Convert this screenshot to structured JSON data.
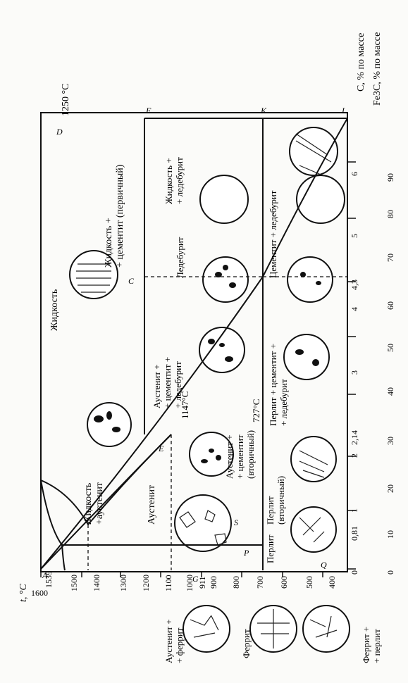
{
  "axes": {
    "temperature_title": "t, °C",
    "temperature_ticks": [
      "1600",
      "1539",
      "1500",
      "1400",
      "1300",
      "1200",
      "1100",
      "1000",
      "911",
      "900",
      "800",
      "700",
      "600",
      "500",
      "400"
    ],
    "carbon_title": "C, % по массе",
    "carbon_ticks": [
      "0",
      "0,81",
      "1",
      "2",
      "2,14",
      "3",
      "4",
      "4,3",
      "5",
      "6"
    ],
    "fe3c_title": "Fe3C, % по массе",
    "fe3c_ticks": [
      "0",
      "10",
      "20",
      "30",
      "40",
      "50",
      "60",
      "70",
      "80",
      "90"
    ],
    "temp_top_label": "1250 °C"
  },
  "points": [
    "A",
    "G",
    "P",
    "Q",
    "S",
    "E",
    "C",
    "D",
    "F",
    "K",
    "L"
  ],
  "isotherms": {
    "eutectic": "1147°C",
    "eutectoid": "727°C"
  },
  "regions": {
    "liquid": "Жидкость",
    "liquid_austenite": [
      "Жидкость",
      "+аустенит"
    ],
    "liquid_cementite": [
      "Жидкость +",
      "+ цементит (первичный)"
    ],
    "austenite": "Аустенит",
    "austenite_cementite_secondary": [
      "Аустенит +",
      "+ цементит",
      "(вторичный)"
    ],
    "austenite_cementite_ledeburite": [
      "Аустенит +",
      "+ цементит +",
      "+ ледебурит"
    ],
    "ledeburite": "Ледебурит",
    "liquid_ledeburite": [
      "Жидкость +",
      "+ ледебурит"
    ],
    "pearlite": "Перлит",
    "pearlite_cementite_secondary": [
      "Перлит",
      "(вторичный)"
    ],
    "pearlite_cementite_ledeburite": [
      "Перлит + цементит +",
      "+ ледебурит"
    ],
    "cementite_ledeburite": "Цементит + ледебурит"
  },
  "side_structures": {
    "austenite_ferrite": [
      "Аустенит +",
      "+ феррит"
    ],
    "ferrite": "Феррит",
    "ferrite_pearlite": [
      "Феррит +",
      "+ перлит"
    ]
  }
}
